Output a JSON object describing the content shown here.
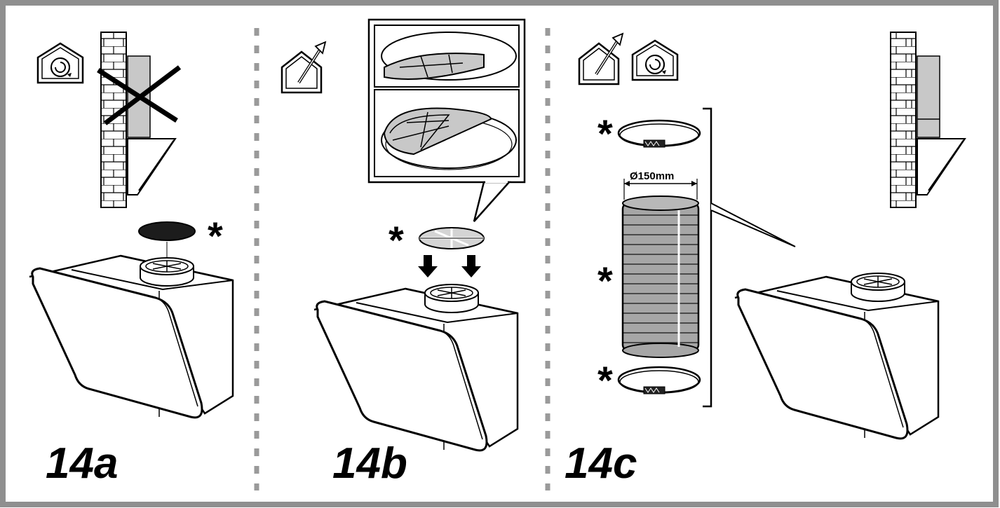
{
  "panels": [
    {
      "id": "a",
      "label": "14a",
      "icons": [
        "recirculation-house-icon"
      ],
      "marks": [
        "*"
      ]
    },
    {
      "id": "b",
      "label": "14b",
      "icons": [
        "extraction-house-icon"
      ],
      "marks": [
        "*"
      ]
    },
    {
      "id": "c",
      "label": "14c",
      "icons": [
        "extraction-house-icon",
        "recirculation-house-icon"
      ],
      "marks": [
        "*",
        "*",
        "*"
      ]
    }
  ],
  "duct": {
    "diameter_label": "Ø150mm"
  },
  "colors": {
    "frame": "#8f8f8f",
    "divider": "#9a9a9a",
    "wall_gray": "#c8c8c8",
    "duct_gray": "#a6a6a6",
    "filter_dark": "#1c1c1c",
    "line": "#000000"
  }
}
